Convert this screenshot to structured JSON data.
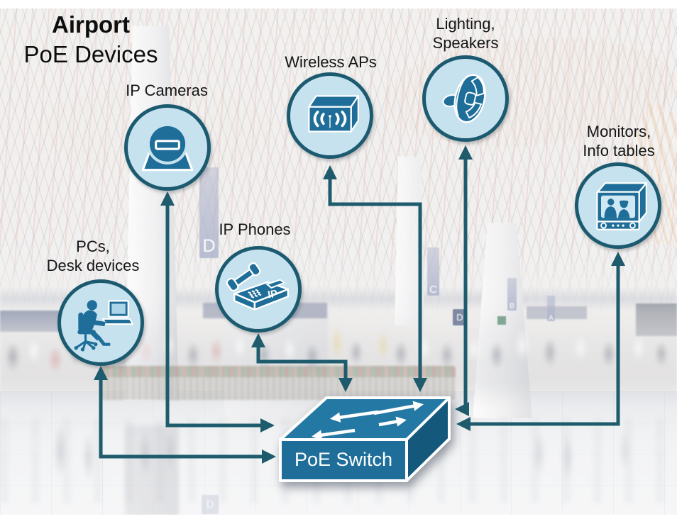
{
  "title": {
    "line1": "Airport",
    "line2": "PoE Devices"
  },
  "devices": [
    {
      "id": "ip-cameras",
      "label_lines": [
        "IP Cameras"
      ],
      "icon": "ip-camera-icon"
    },
    {
      "id": "wireless-aps",
      "label_lines": [
        "Wireless APs"
      ],
      "icon": "wireless-ap-icon"
    },
    {
      "id": "lighting-speakers",
      "label_lines": [
        "Lighting,",
        "Speakers"
      ],
      "icon": "speaker-icon"
    },
    {
      "id": "monitors-info",
      "label_lines": [
        "Monitors,",
        "Info tables"
      ],
      "icon": "monitor-icon"
    },
    {
      "id": "ip-phones",
      "label_lines": [
        "IP Phones"
      ],
      "icon": "ip-phone-icon"
    },
    {
      "id": "pcs-desk",
      "label_lines": [
        "PCs,",
        "Desk devices"
      ],
      "icon": "pc-user-icon"
    }
  ],
  "switch": {
    "label": "PoE Switch"
  },
  "icon_text": {
    "phone_badge": "IP"
  },
  "background_signs": [
    {
      "letter": "D"
    },
    {
      "letter": "C"
    },
    {
      "letter": "B"
    },
    {
      "letter": "A"
    },
    {
      "letter": "D"
    },
    {
      "letter": "D"
    }
  ],
  "connections": [
    {
      "from": "pcs-desk",
      "to": "poe-switch",
      "style": "double-arrow"
    },
    {
      "from": "ip-cameras",
      "to": "poe-switch",
      "style": "double-arrow"
    },
    {
      "from": "ip-phones",
      "to": "poe-switch",
      "style": "double-arrow"
    },
    {
      "from": "wireless-aps",
      "to": "poe-switch",
      "style": "double-arrow"
    },
    {
      "from": "lighting-speakers",
      "to": "poe-switch",
      "style": "double-arrow"
    },
    {
      "from": "monitors-info",
      "to": "poe-switch",
      "style": "double-arrow"
    }
  ],
  "colors": {
    "line": "#1e5b6d",
    "circle_fill": "#c6e2ee",
    "circle_border": "#1c5a70",
    "device_blue": "#1e6e99",
    "switch_front": "#1e6e99",
    "switch_top": "#2478a4",
    "switch_side": "#14597c",
    "label_text": "#141414",
    "switch_label_text": "#ffffff"
  }
}
